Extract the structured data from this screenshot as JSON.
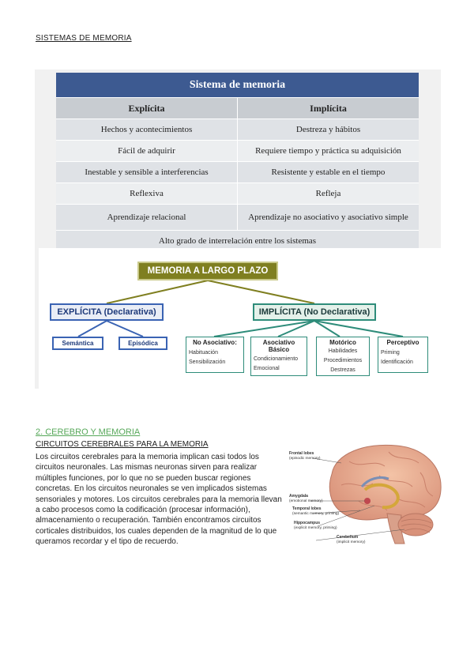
{
  "document": {
    "title": "SISTEMAS DE MEMORIA"
  },
  "table": {
    "title": "Sistema de memoria",
    "headers": [
      "Explícita",
      "Implícita"
    ],
    "rows": [
      [
        "Hechos y acontecimientos",
        "Destreza y hábitos"
      ],
      [
        "Fácil de adquirir",
        "Requiere tiempo y práctica su adquisición"
      ],
      [
        "Inestable y sensible a interferencias",
        "Resistente y estable en el tiempo"
      ],
      [
        "Reflexiva",
        "Refleja"
      ],
      [
        "Aprendizaje relacional",
        "Aprendizaje no asociativo y asociativo simple"
      ]
    ],
    "footer": "Alto grado de interrelación entre los sistemas"
  },
  "diagram": {
    "root": "MEMORIA A LARGO PLAZO",
    "explicit": "EXPLÍCITA (Declarativa)",
    "implicit": "IMPLÍCITA (No Declarativa)",
    "explicit_children": [
      "Semántica",
      "Episódica"
    ],
    "implicit_children": [
      {
        "title": "No Asociativo:",
        "items": [
          "Habituación",
          "Sensibilización"
        ]
      },
      {
        "title": "Asociativo Básico",
        "items": [
          "Condicionamiento",
          "Emocional"
        ]
      },
      {
        "title": "Motórico",
        "items": [
          "Habilidades",
          "Procedimientos",
          "Destrezas"
        ]
      },
      {
        "title": "Perceptivo",
        "items": [
          "Priming",
          "Identificación"
        ]
      }
    ],
    "colors": {
      "root": "#7f7f20",
      "explicit": "#3a63b3",
      "implicit": "#2e8c7a"
    }
  },
  "section": {
    "heading": "2. CEREBRO Y MEMORIA",
    "subheading": "CIRCUITOS CEREBRALES PARA LA MEMORIA",
    "body": "Los circuitos cerebrales para la memoria implican casi todos los circuitos neuronales. Las mismas neuronas sirven para realizar múltiples funciones, por lo que no se pueden buscar regiones concretas. En los circuitos neuronales se ven implicados sistemas sensoriales y motores. Los circuitos cerebrales para la memoria llevan a cabo procesos como la codificación (procesar información), almacenamiento o recuperación. También encontramos circuitos corticales distribuidos, los cuales dependen de la magnitud de lo que queramos recordar y el tipo de recuerdo."
  },
  "brain": {
    "labels": [
      {
        "title": "Frontal lobes",
        "sub": "(episodic memory)"
      },
      {
        "title": "Amygdala",
        "sub": "(emotional memory)"
      },
      {
        "title": "Temporal lobes",
        "sub": "(semantic memory, priming)"
      },
      {
        "title": "Hippocampus",
        "sub": "(explicit memory, priming)"
      },
      {
        "title": "Cerebellum",
        "sub": "(implicit memory)"
      }
    ]
  }
}
